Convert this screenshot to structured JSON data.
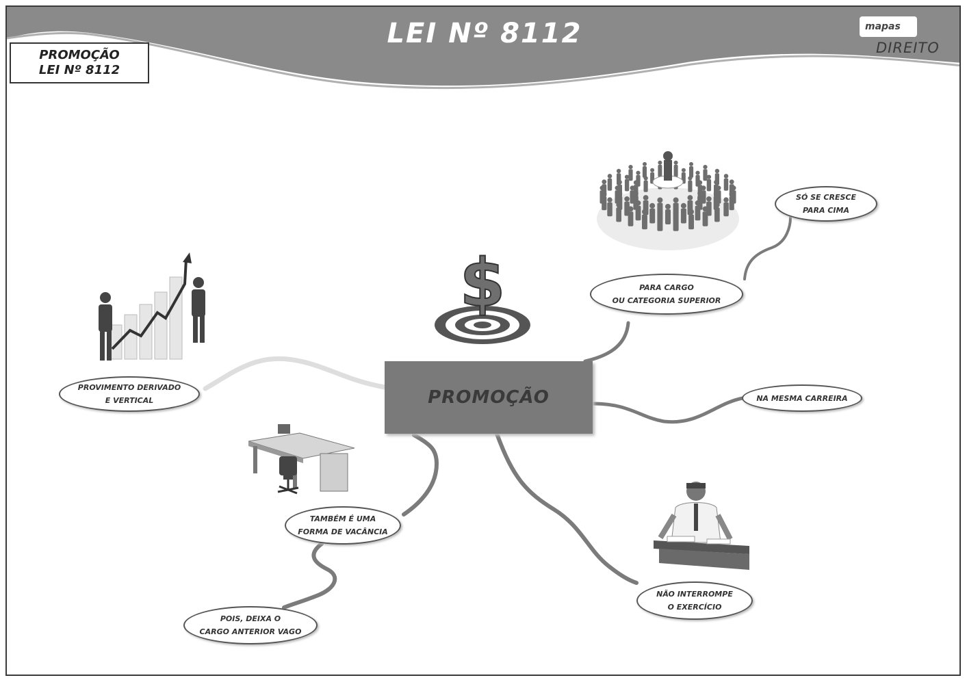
{
  "header": {
    "title": "LEI Nº 8112",
    "label_line1": "PROMOÇÃO",
    "label_line2": "LEI Nº 8112",
    "brand": "mapas",
    "brand_sub": "DIREITO"
  },
  "center": {
    "label": "PROMOÇÃO"
  },
  "nodes": {
    "superior": {
      "line1": "PARA CARGO",
      "line2": "OU CATEGORIA SUPERIOR"
    },
    "grow": {
      "line1": "SÓ SE CRESCE",
      "line2": "PARA CIMA"
    },
    "career": {
      "line1": "NA MESMA CARREIRA"
    },
    "provimento": {
      "line1": "PROVIMENTO DERIVADO",
      "line2": "E VERTICAL"
    },
    "vacancia": {
      "line1": "TAMBÉM É UMA",
      "line2": "FORMA DE VACÂNCIA"
    },
    "vago": {
      "line1": "POIS, DEIXA O",
      "line2": "CARGO ANTERIOR VAGO"
    },
    "exercicio": {
      "line1": "NÃO INTERROMPE",
      "line2": "O EXERCÍCIO"
    }
  },
  "illustrations": {
    "money_target": "dollar-target-icon",
    "crowd": "crowd-icon",
    "growth_chart": "growth-chart-icon",
    "office_desk": "office-desk-icon",
    "worker": "office-worker-icon"
  },
  "colors": {
    "banner": "#8a8a8a",
    "central_fill": "#7a7a7a",
    "branch": "#7b7b7b"
  }
}
